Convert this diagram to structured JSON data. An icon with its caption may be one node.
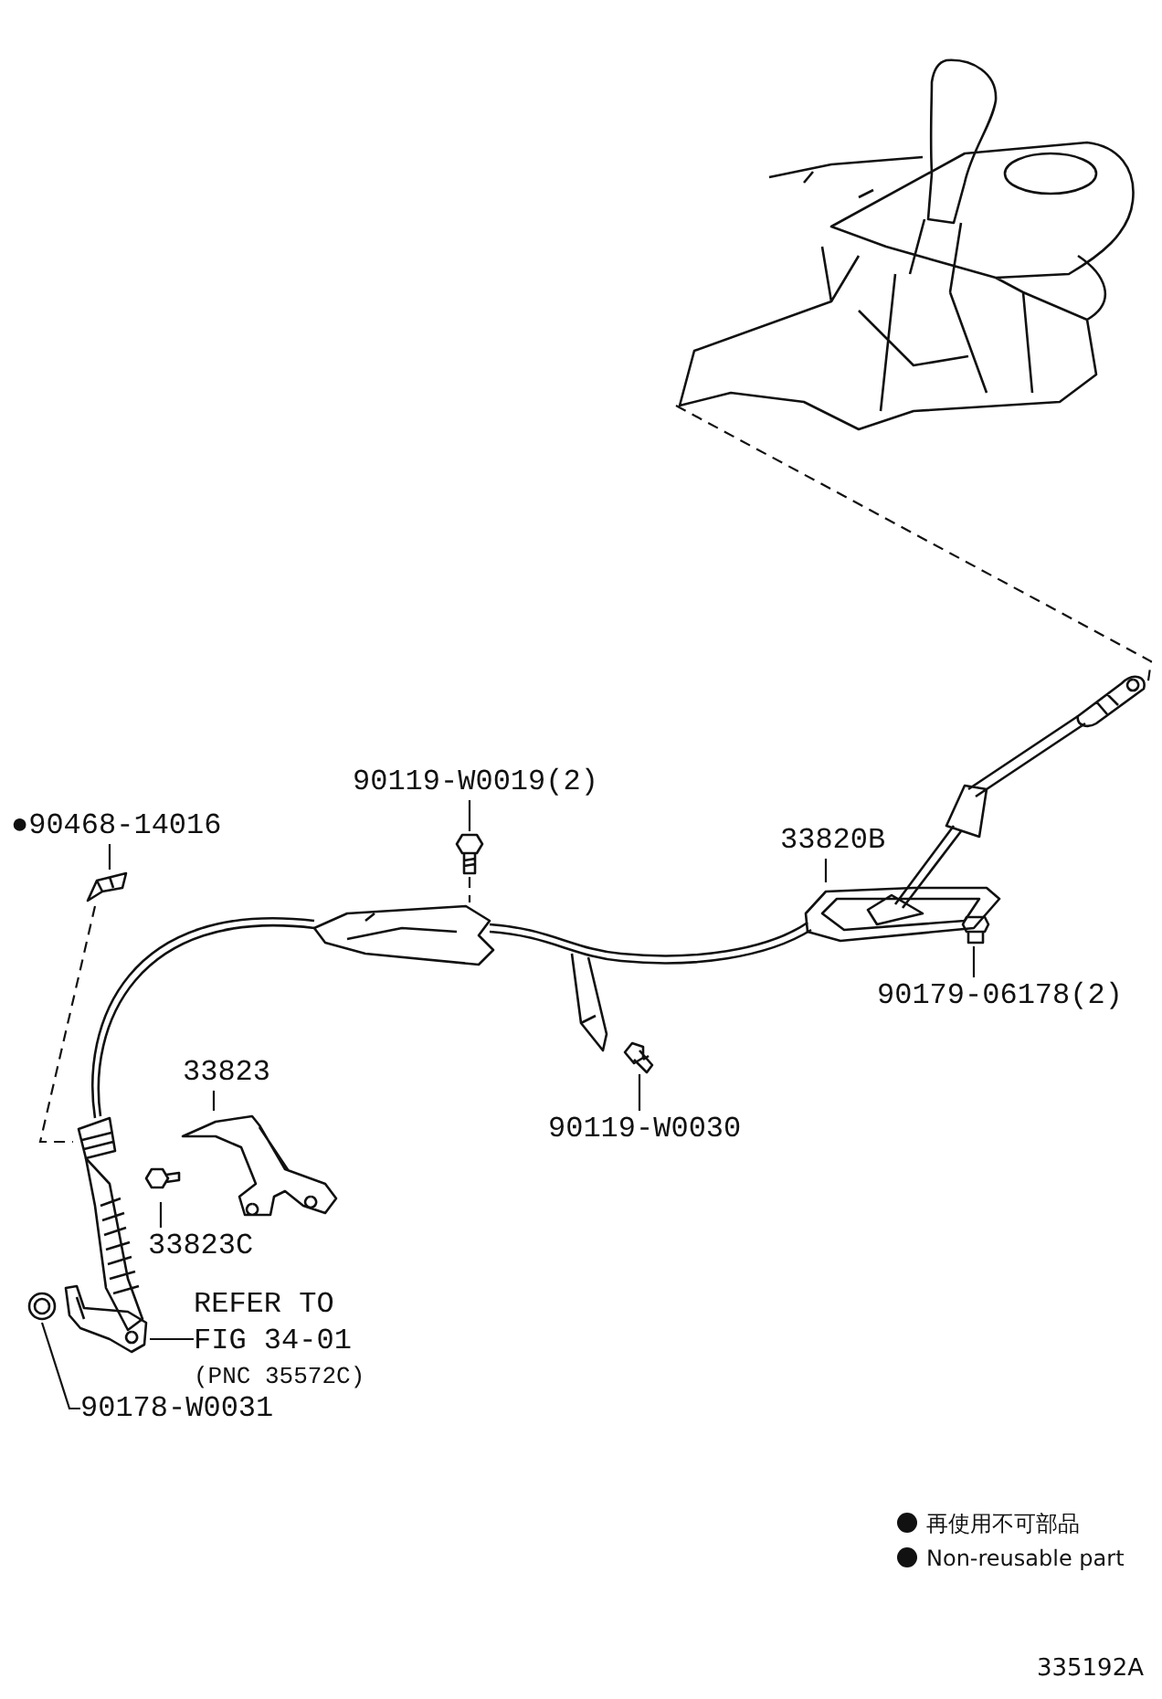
{
  "diagram": {
    "nodes": [
      {
        "text": [
          "●90468-14016"
        ]
      },
      {
        "text": [],
        "shape": "picture"
      },
      {
        "text": [
          "90119-W0019(2)"
        ]
      },
      {
        "text": [],
        "shape": "picture"
      },
      {
        "text": [
          "33820B"
        ]
      },
      {
        "text": [],
        "shape": "picture"
      },
      {
        "text": [
          "90179-06178(2)"
        ]
      },
      {
        "text": [],
        "shape": "picture"
      },
      {
        "text": [
          "90119-W0030"
        ]
      },
      {
        "text": [],
        "shape": "picture"
      },
      {
        "text": [
          "33823"
        ]
      },
      {
        "text": [],
        "shape": "picture"
      },
      {
        "text": [
          "33823C"
        ]
      },
      {
        "text": [],
        "shape": "picture"
      },
      {
        "text": [
          "REFER TO FIG 34-01",
          "(PNC 35572C)"
        ]
      },
      {
        "text": [],
        "shape": "picture"
      },
      {
        "text": [
          "90178-W0031"
        ]
      },
      {
        "text": [],
        "shape": "picture"
      },
      {
        "text": [],
        "shape": "picture"
      },
      {
        "text": [],
        "shape": "picture"
      },
      {
        "text": [],
        "shape": "picture"
      },
      {
        "text": [],
        "shape": "picture"
      }
    ],
    "edges": [
      {
        "from": 0,
        "to": 1,
        "arrow": "none"
      },
      {
        "from": 2,
        "to": 3,
        "arrow": "none"
      },
      {
        "from": 4,
        "to": 5,
        "arrow": "none"
      },
      {
        "from": 6,
        "to": 7,
        "arrow": "none"
      },
      {
        "from": 8,
        "to": 9,
        "arrow": "none"
      },
      {
        "from": 10,
        "to": 11,
        "arrow": "none"
      },
      {
        "from": 12,
        "to": 13,
        "arrow": "none"
      },
      {
        "from": 14,
        "to": 15,
        "arrow": "none"
      },
      {
        "from": 16,
        "to": 17,
        "arrow": "none"
      },
      {
        "from": 18,
        "to": 19,
        "arrow": "none",
        "style": "dashed"
      },
      {
        "from": 1,
        "to": 21,
        "arrow": "none",
        "style": "dashed"
      },
      {
        "from": 3,
        "to": 20,
        "arrow": "none",
        "style": "dashed"
      }
    ],
    "labels": [
      "335192A"
    ],
    "legend": [
      {
        "text": "再使用不可部品"
      },
      {
        "text": "Non-reusable part"
      }
    ]
  }
}
